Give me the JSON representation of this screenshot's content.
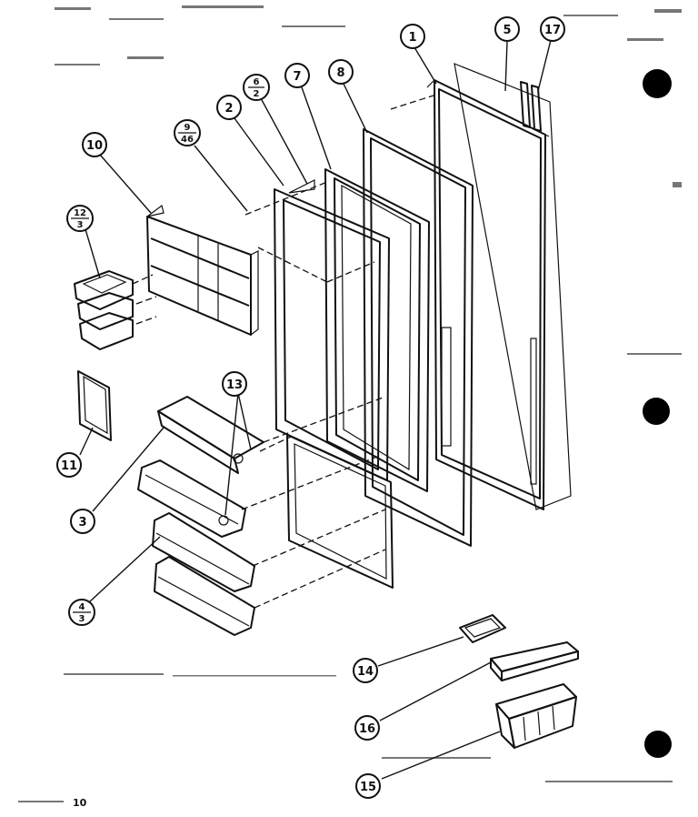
{
  "page_number": "10",
  "callouts": [
    {
      "id": "c1",
      "num": "1"
    },
    {
      "id": "c5",
      "num": "5"
    },
    {
      "id": "c17",
      "num": "17"
    },
    {
      "id": "c7",
      "num": "7"
    },
    {
      "id": "c8",
      "num": "8"
    },
    {
      "id": "c2",
      "num": "2"
    },
    {
      "id": "c10",
      "num": "10"
    },
    {
      "id": "c13",
      "num": "13"
    },
    {
      "id": "c11",
      "num": "11"
    },
    {
      "id": "c3",
      "num": "3"
    },
    {
      "id": "c14",
      "num": "14"
    },
    {
      "id": "c16",
      "num": "16"
    },
    {
      "id": "c15",
      "num": "15"
    }
  ],
  "fraction_callouts": [
    {
      "id": "f6",
      "top": "6",
      "bottom": "2"
    },
    {
      "id": "f9",
      "top": "9",
      "bottom": "46"
    },
    {
      "id": "f12",
      "top": "12",
      "bottom": "3"
    },
    {
      "id": "f4",
      "top": "4",
      "bottom": "3"
    }
  ]
}
